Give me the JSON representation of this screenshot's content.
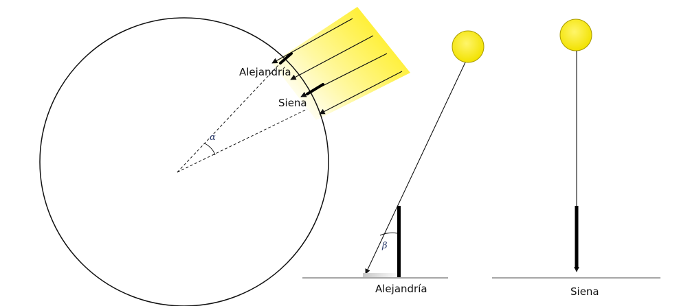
{
  "labels": {
    "alejandria_earth": "Alejandría",
    "siena_earth": "Siena",
    "alpha": "α",
    "beta": "β",
    "alejandria_ground": "Alejandría",
    "siena_ground": "Siena"
  },
  "colors": {
    "sun_fill": "#ffee22",
    "sun_stroke": "#a89a00",
    "sunbeam_band": "#fff03c",
    "line": "#111111",
    "ground": "#888888"
  }
}
